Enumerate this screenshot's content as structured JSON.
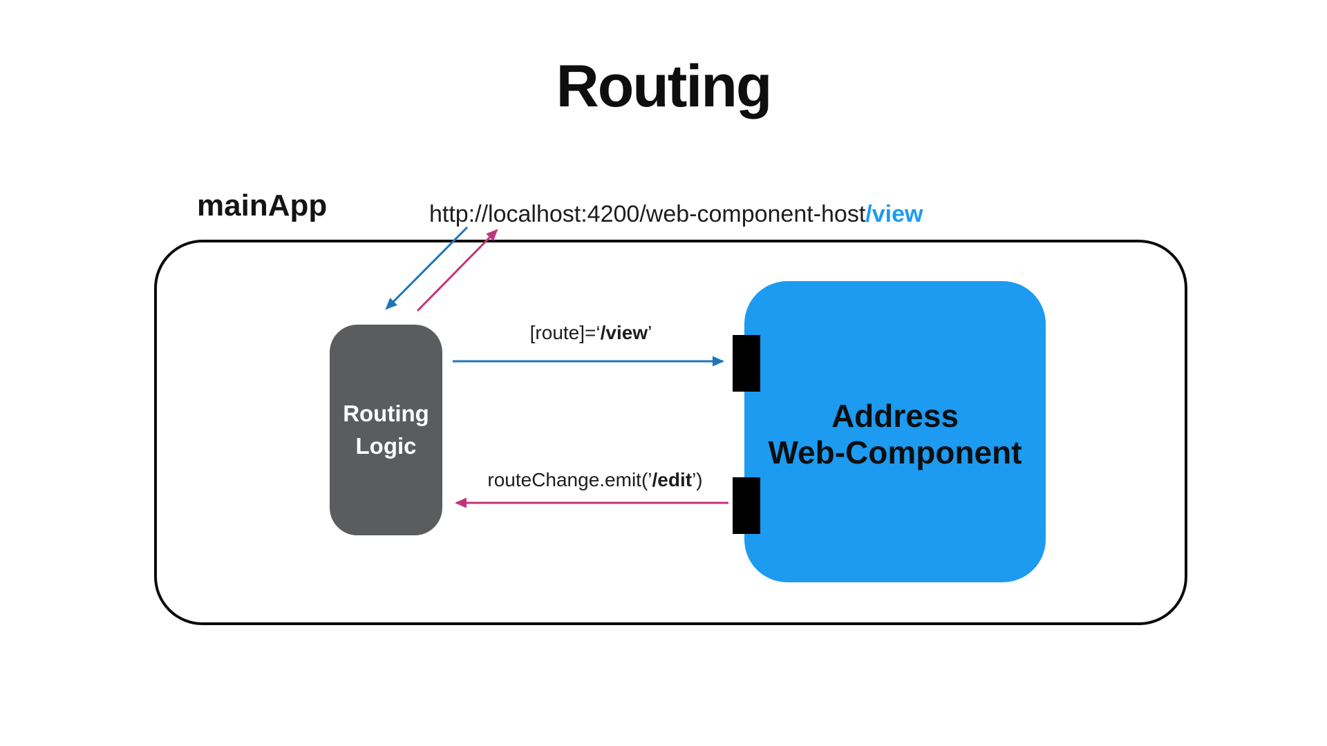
{
  "title": "Routing",
  "main_app": {
    "label": "mainApp",
    "url": {
      "base": "http://localhost:4200/web-component-host",
      "highlight": "/view"
    }
  },
  "routing_logic": {
    "line1": "Routing",
    "line2": "Logic"
  },
  "web_component": {
    "line1": "Address",
    "line2": "Web-Component"
  },
  "labels": {
    "route_binding": {
      "prefix": "[route]=‘",
      "bold": "/view",
      "suffix": "’"
    },
    "route_change": {
      "prefix": "routeChange.emit(’",
      "bold": "/edit",
      "suffix": "’)"
    }
  },
  "colors": {
    "accent_blue": "#1c9bf0",
    "arrow_blue": "#1f74b8",
    "arrow_pink": "#c0347e",
    "box_gray": "#5b5c5e",
    "port_black": "#000000"
  }
}
